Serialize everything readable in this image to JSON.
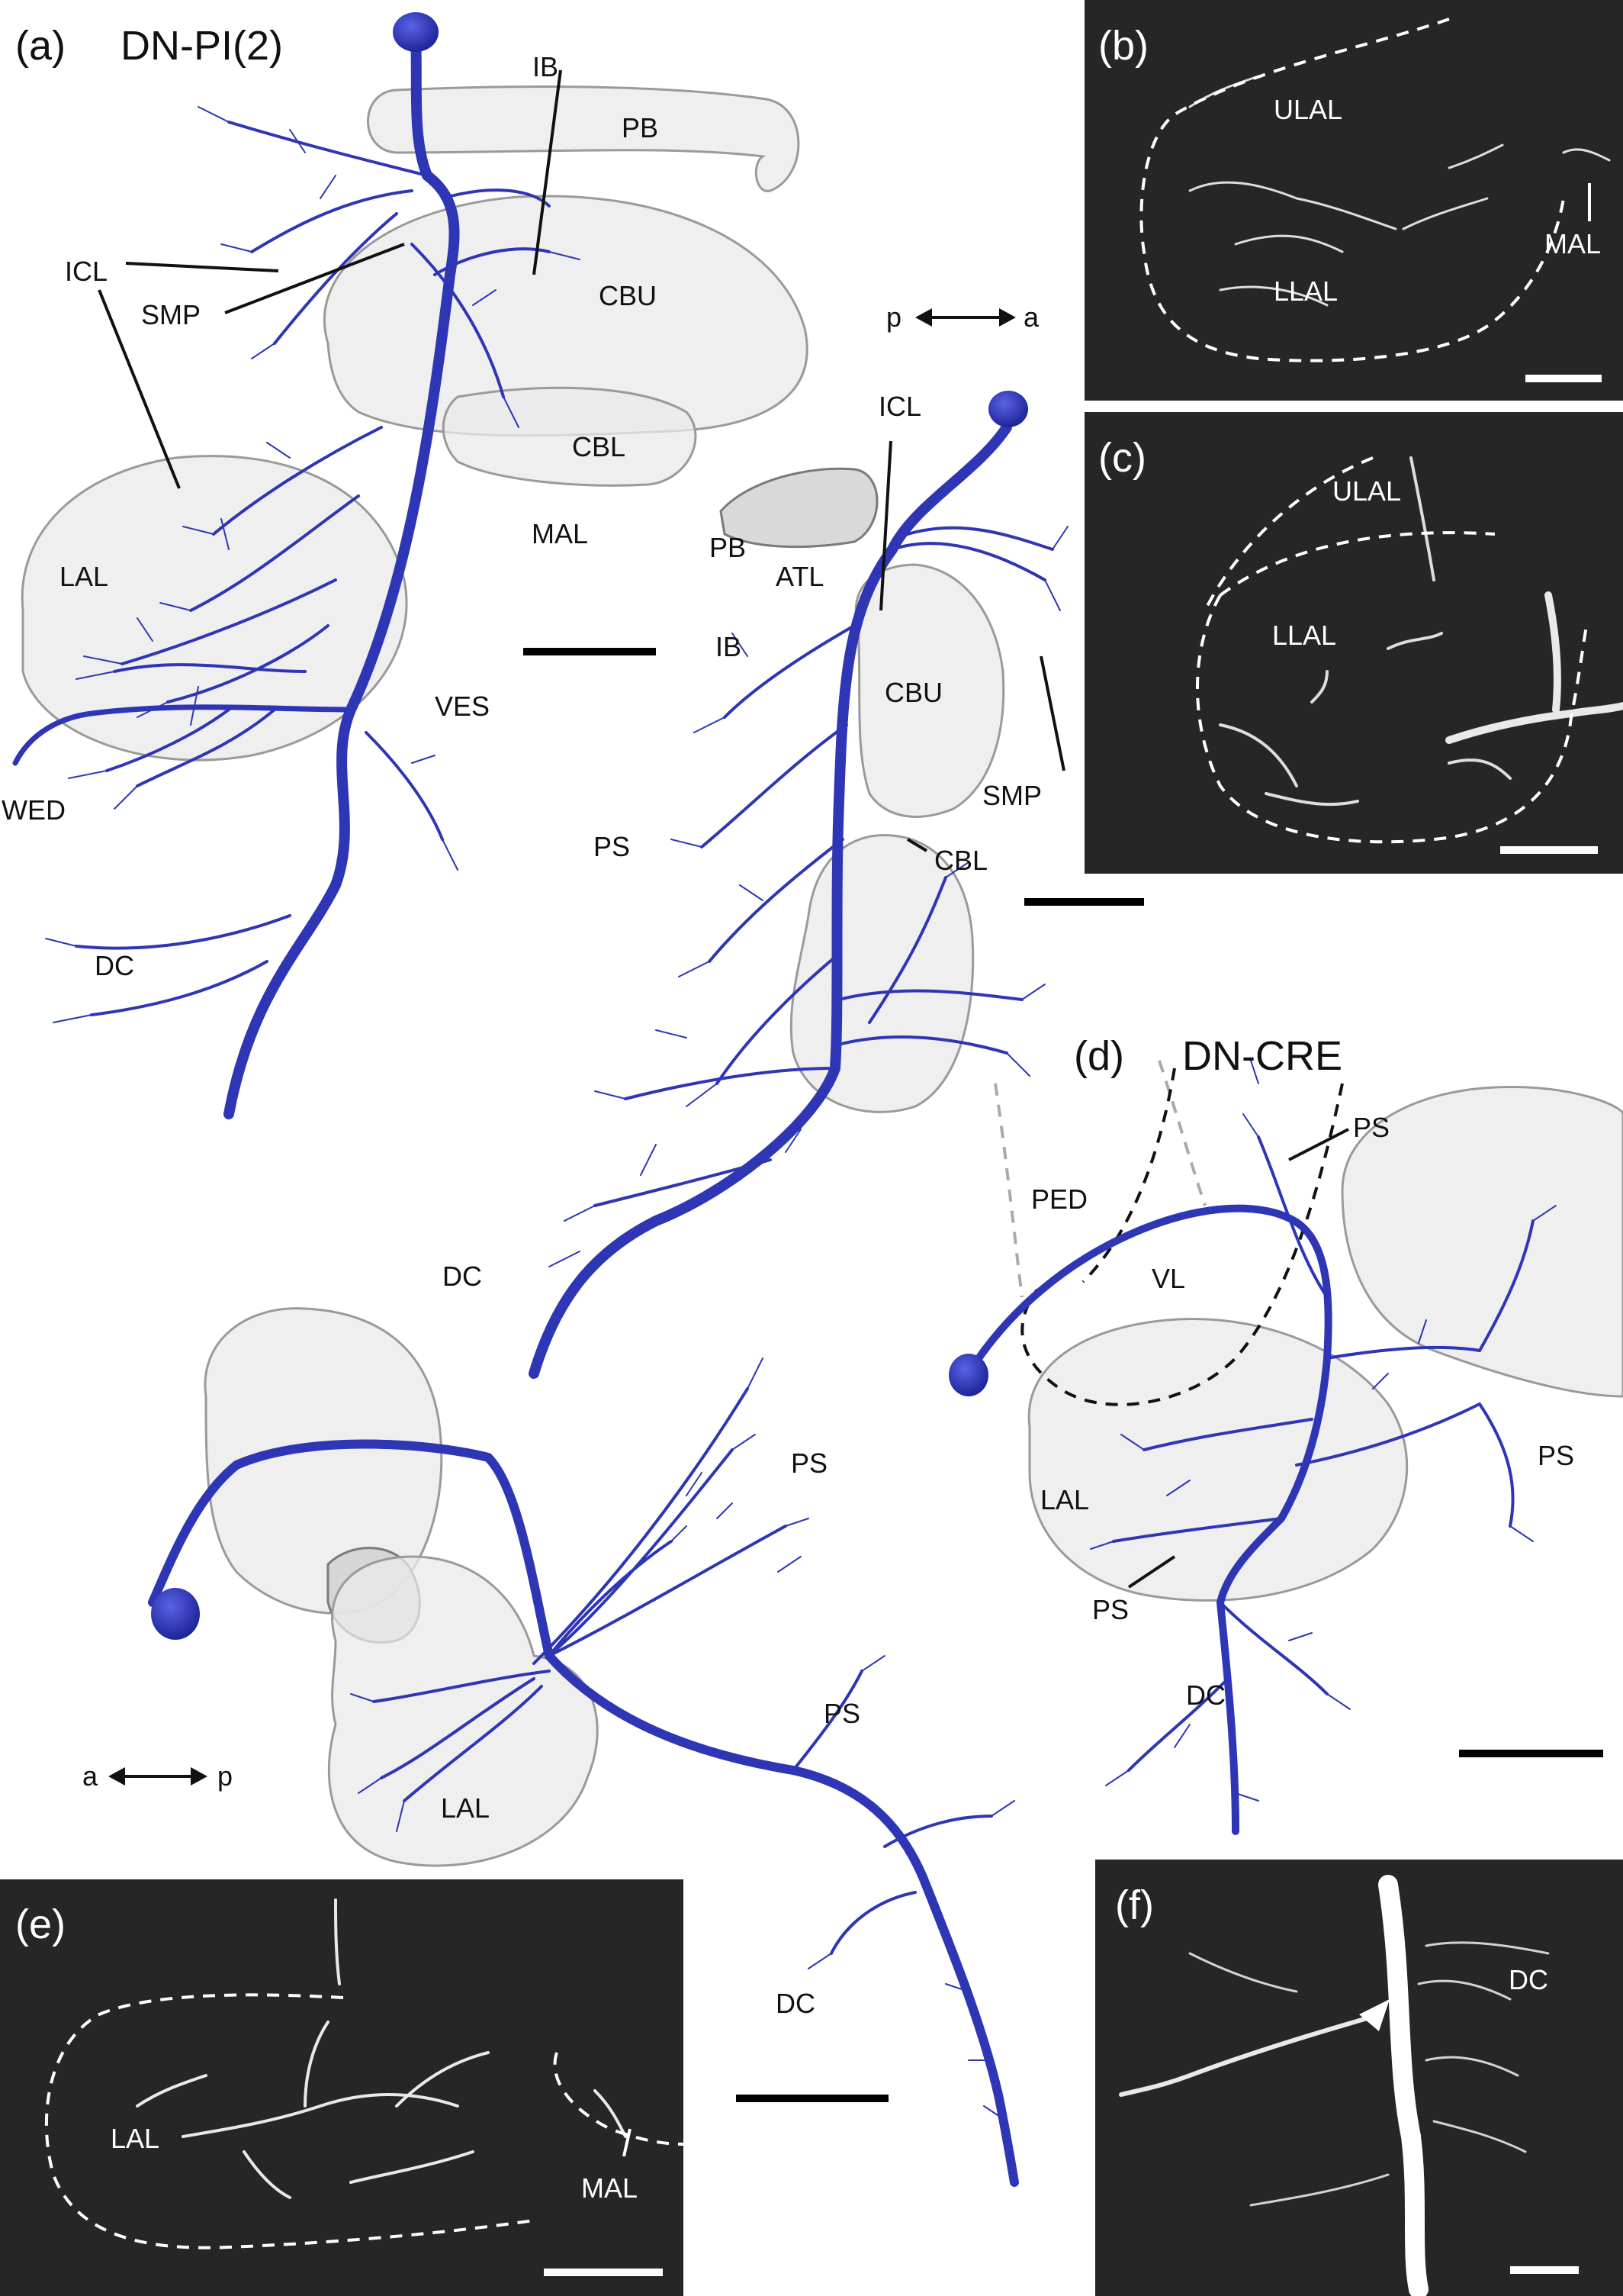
{
  "colors": {
    "neuron": "#2e36b5",
    "micrograph_bg": "#262626",
    "neuropil": "#e9e9e9"
  },
  "panels": {
    "a": {
      "letter": "(a)",
      "title": "DN-PI(2)",
      "labels": [
        "PB",
        "IB",
        "ICL",
        "SMP",
        "CBU",
        "CBL",
        "MAL",
        "LAL",
        "VES",
        "WED",
        "DC"
      ]
    },
    "a_side": {
      "axis": {
        "left": "p",
        "right": "a"
      },
      "labels": [
        "ICL",
        "PB",
        "ATL",
        "IB",
        "CBU",
        "SMP",
        "PS",
        "CBL",
        "DC"
      ]
    },
    "a_ventral": {
      "axis": {
        "left": "a",
        "right": "p"
      },
      "labels": [
        "PS",
        "PS",
        "LAL",
        "DC"
      ]
    },
    "b": {
      "letter": "(b)",
      "labels": [
        "ULAL",
        "LLAL",
        "MAL"
      ]
    },
    "c": {
      "letter": "(c)",
      "labels": [
        "ULAL",
        "LLAL"
      ]
    },
    "d": {
      "letter": "(d)",
      "title": "DN-CRE",
      "labels": [
        "PS",
        "PED",
        "VL",
        "LAL",
        "PS",
        "PS",
        "DC"
      ]
    },
    "e": {
      "letter": "(e)",
      "labels": [
        "LAL",
        "MAL"
      ]
    },
    "f": {
      "letter": "(f)",
      "labels": [
        "DC"
      ]
    }
  }
}
